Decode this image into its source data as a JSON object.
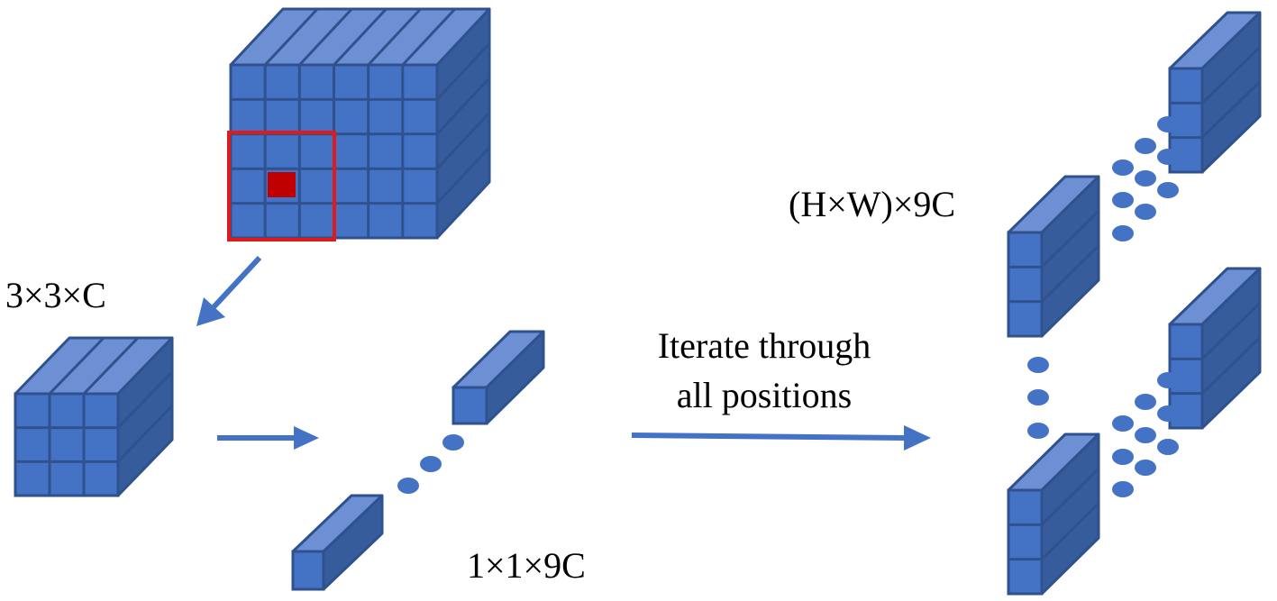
{
  "labels": {
    "kernel_size": "3×3×C",
    "vector_size": "1×1×9C",
    "step_line1": "Iterate through",
    "step_line2": "all positions",
    "output_size": "(H×W)×9C"
  },
  "colors": {
    "front": "#4472C4",
    "top": "#6D8FD4",
    "side": "#375C9C",
    "edge": "#2F528F",
    "highlight_box": "#E01A1A",
    "center_cell": "#C00000",
    "arrow": "#4472C4",
    "dot": "#4472C4"
  }
}
